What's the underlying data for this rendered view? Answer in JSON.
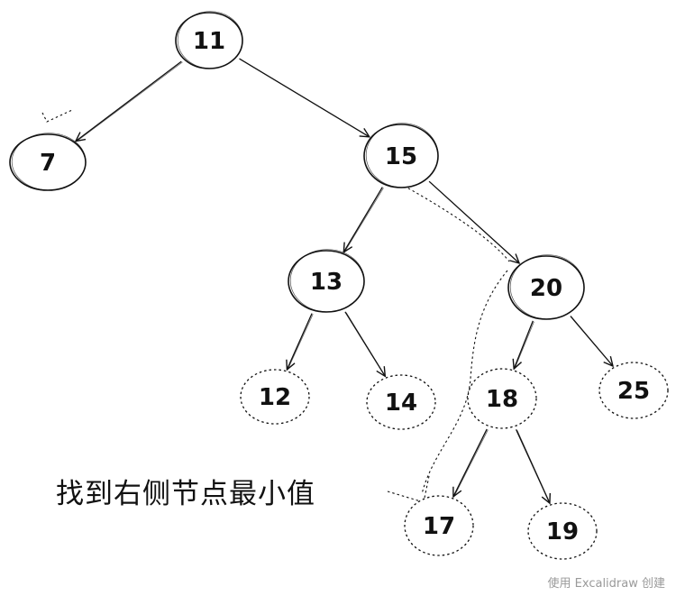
{
  "nodes": [
    {
      "id": "n11",
      "label": "11",
      "style": "solid"
    },
    {
      "id": "n7",
      "label": "7",
      "style": "solid"
    },
    {
      "id": "n15",
      "label": "15",
      "style": "solid"
    },
    {
      "id": "n13",
      "label": "13",
      "style": "solid"
    },
    {
      "id": "n20",
      "label": "20",
      "style": "solid"
    },
    {
      "id": "n12",
      "label": "12",
      "style": "dashed"
    },
    {
      "id": "n14",
      "label": "14",
      "style": "dashed"
    },
    {
      "id": "n18",
      "label": "18",
      "style": "dashed"
    },
    {
      "id": "n25",
      "label": "25",
      "style": "dashed"
    },
    {
      "id": "n17",
      "label": "17",
      "style": "dashed"
    },
    {
      "id": "n19",
      "label": "19",
      "style": "dashed"
    }
  ],
  "edges": [
    {
      "from": "n11",
      "to": "n7"
    },
    {
      "from": "n11",
      "to": "n15"
    },
    {
      "from": "n15",
      "to": "n13"
    },
    {
      "from": "n15",
      "to": "n20"
    },
    {
      "from": "n13",
      "to": "n12"
    },
    {
      "from": "n13",
      "to": "n14"
    },
    {
      "from": "n20",
      "to": "n18"
    },
    {
      "from": "n20",
      "to": "n25"
    },
    {
      "from": "n18",
      "to": "n17"
    },
    {
      "from": "n18",
      "to": "n19"
    }
  ],
  "caption": "找到右侧节点最小值",
  "watermark": "使用 Excalidraw 创建"
}
